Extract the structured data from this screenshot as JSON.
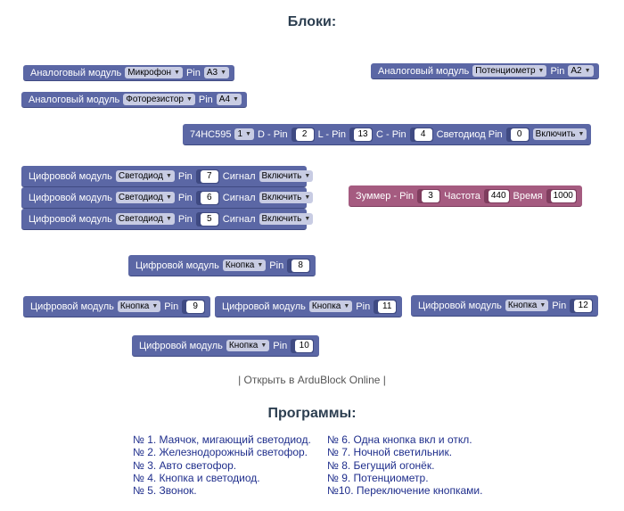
{
  "title": "Блоки:",
  "programs_title": "Программы:",
  "blocks": {
    "analog_mic": {
      "label": "Аналоговый модуль",
      "module": "Микрофон",
      "pin_label": "Pin",
      "pin": "A3"
    },
    "analog_pot": {
      "label": "Аналоговый модуль",
      "module": "Потенциометр",
      "pin_label": "Pin",
      "pin": "A2"
    },
    "analog_photo": {
      "label": "Аналоговый модуль",
      "module": "Фоторезистор",
      "pin_label": "Pin",
      "pin": "A4"
    },
    "shift": {
      "label": "74HC595",
      "index": "1",
      "d_label": "D - Pin",
      "d": "2",
      "l_label": "L - Pin",
      "l": "13",
      "c_label": "C - Pin",
      "c": "4",
      "led_label": "Светодиод Pin",
      "led": "0",
      "action": "Включить"
    },
    "digital_led": [
      {
        "label": "Цифровой модуль",
        "module": "Светодиод",
        "pin_label": "Pin",
        "pin": "7",
        "signal_label": "Сигнал",
        "signal": "Включить"
      },
      {
        "label": "Цифровой модуль",
        "module": "Светодиод",
        "pin_label": "Pin",
        "pin": "6",
        "signal_label": "Сигнал",
        "signal": "Включить"
      },
      {
        "label": "Цифровой модуль",
        "module": "Светодиод",
        "pin_label": "Pin",
        "pin": "5",
        "signal_label": "Сигнал",
        "signal": "Включить"
      }
    ],
    "buzzer": {
      "label": "Зуммер - Pin",
      "pin": "3",
      "freq_label": "Частота",
      "freq": "440",
      "time_label": "Время",
      "time": "1000"
    },
    "btn8": {
      "label": "Цифровой модуль",
      "module": "Кнопка",
      "pin_label": "Pin",
      "pin": "8"
    },
    "btn9": {
      "label": "Цифровой модуль",
      "module": "Кнопка",
      "pin_label": "Pin",
      "pin": "9"
    },
    "btn11": {
      "label": "Цифровой модуль",
      "module": "Кнопка",
      "pin_label": "Pin",
      "pin": "11"
    },
    "btn12": {
      "label": "Цифровой модуль",
      "module": "Кнопка",
      "pin_label": "Pin",
      "pin": "12"
    },
    "btn10": {
      "label": "Цифровой модуль",
      "module": "Кнопка",
      "pin_label": "Pin",
      "pin": "10"
    }
  },
  "open_link": {
    "prefix": "| ",
    "text": "Открыть в ArduBlock Online",
    "suffix": " |"
  },
  "programs_left": [
    "№ 1. Маячок, мигающий светодиод.",
    "№ 2. Железнодорожный светофор.",
    "№ 3. Авто светофор.",
    "№ 4. Кнопка и светодиод.",
    "№ 5. Звонок."
  ],
  "programs_right": [
    "№ 6. Одна кнопка вкл и откл.",
    "№ 7. Ночной светильник.",
    "№ 8. Бегущий огонёк.",
    "№ 9. Потенциометр.",
    "№10. Переключение кнопками."
  ]
}
